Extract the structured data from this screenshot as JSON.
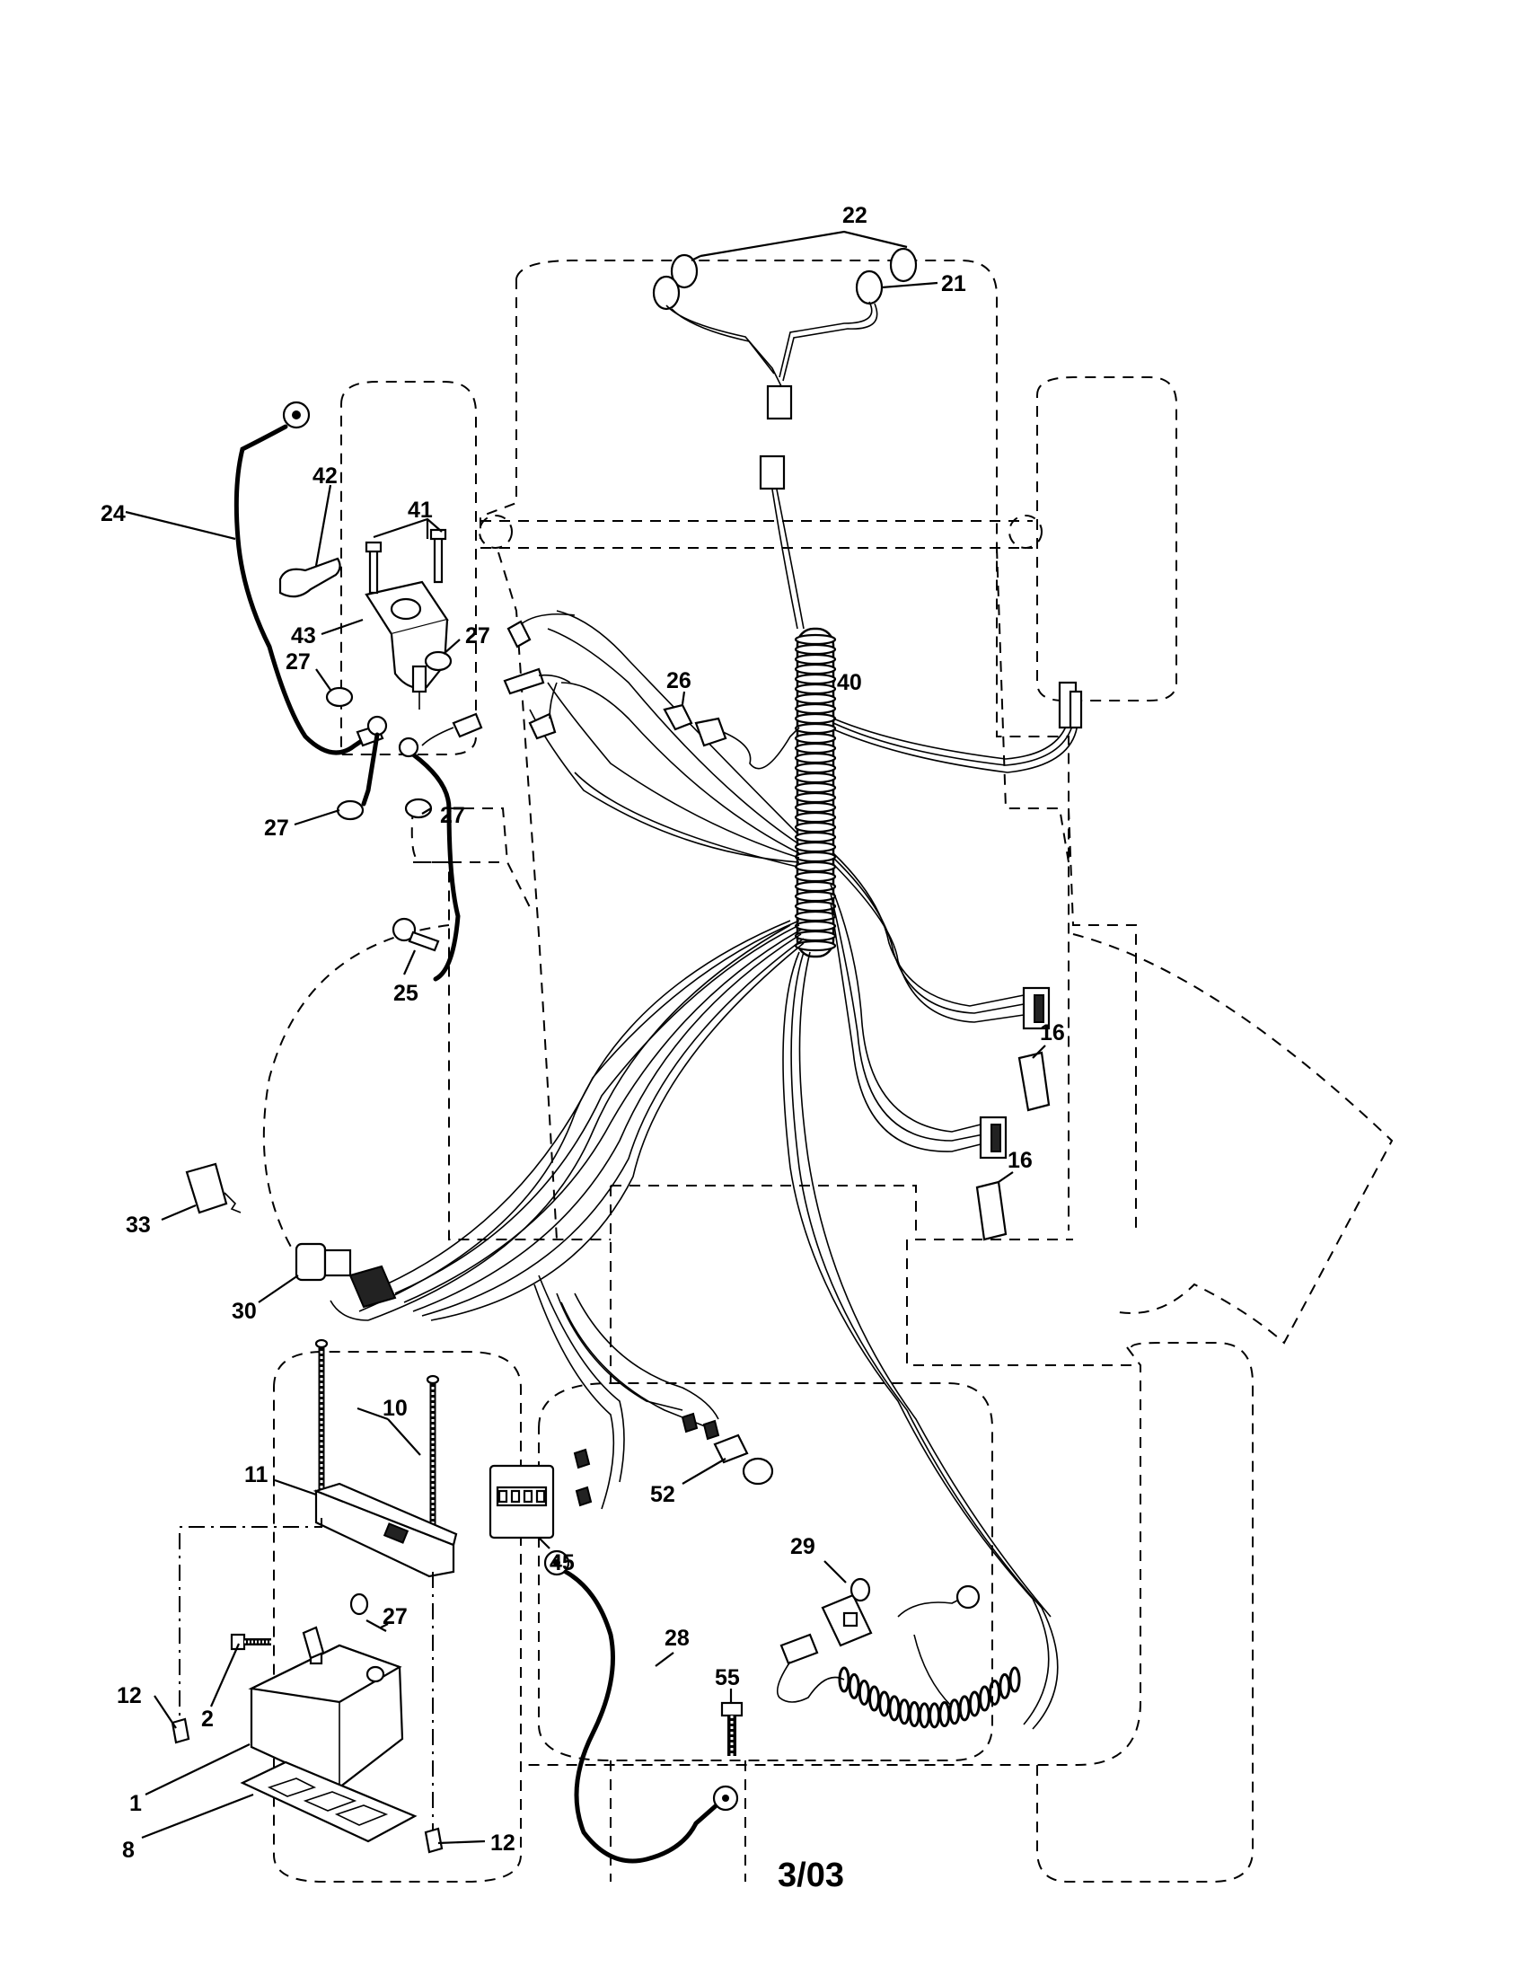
{
  "diagram": {
    "date_code": "3/03",
    "callouts": {
      "c1": "1",
      "c2": "2",
      "c8": "8",
      "c10": "10",
      "c11": "11",
      "c12a": "12",
      "c12b": "12",
      "c16a": "16",
      "c16b": "16",
      "c21": "21",
      "c22": "22",
      "c24": "24",
      "c25": "25",
      "c26": "26",
      "c27a": "27",
      "c27b": "27",
      "c27c": "27",
      "c27d": "27",
      "c27e": "27",
      "c28": "28",
      "c29": "29",
      "c30": "30",
      "c33": "33",
      "c40": "40",
      "c41": "41",
      "c42": "42",
      "c43": "43",
      "c45": "45",
      "c52": "52",
      "c55": "55"
    }
  }
}
